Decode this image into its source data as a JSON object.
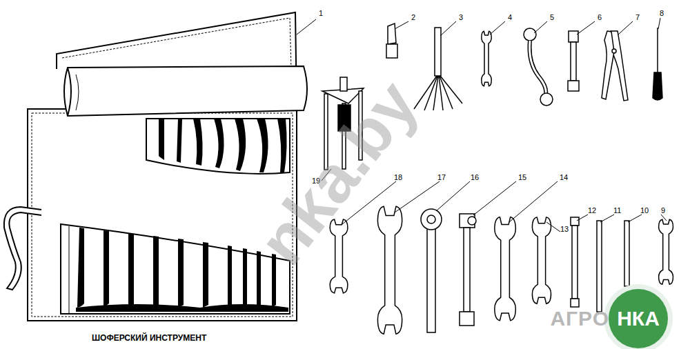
{
  "diagram": {
    "caption": "ШОФЕРСКИЙ ИНСТРУМЕНТ",
    "labels": [
      "1",
      "2",
      "3",
      "4",
      "5",
      "6",
      "7",
      "8",
      "19",
      "18",
      "17",
      "16",
      "15",
      "14",
      "13",
      "12",
      "11",
      "10",
      "9",
      "nka.by",
      "АГРО",
      "НКА"
    ]
  }
}
